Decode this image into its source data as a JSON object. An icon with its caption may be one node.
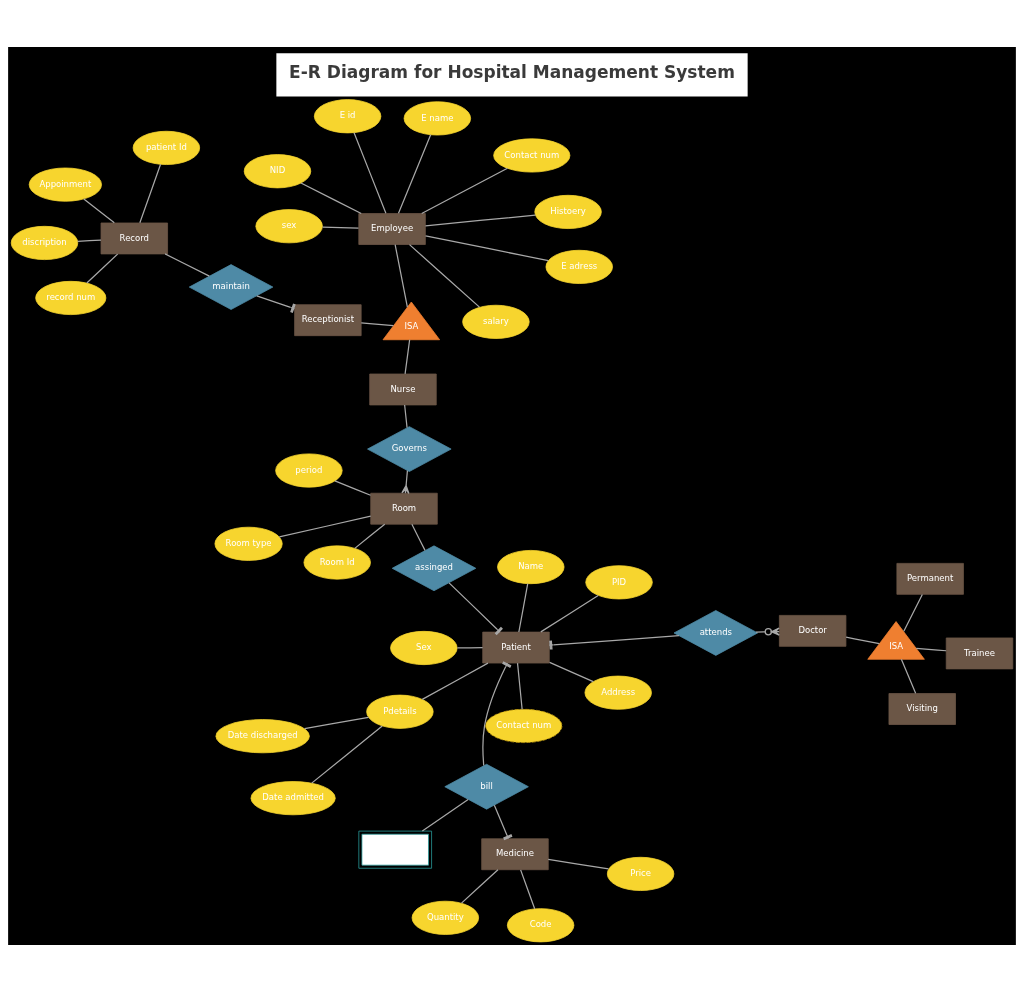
{
  "diagram": {
    "title": "E-R Diagram for Hospital Management System",
    "nodes": [
      {
        "text": [],
        "shape": "box"
      },
      {
        "text": [
          "Price"
        ]
      },
      {
        "text": [
          "Code"
        ]
      },
      {
        "text": [
          "Name"
        ]
      },
      {
        "text": [
          "Medicine"
        ]
      },
      {
        "text": [
          "Sex"
        ]
      },
      {
        "text": [
          "Quantity"
        ]
      },
      {
        "text": [
          "PID"
        ]
      },
      {
        "text": [
          "bill"
        ]
      },
      {
        "text": [
          "Address"
        ]
      },
      {
        "text": [
          "Room type"
        ]
      },
      {
        "text": [
          "Date admitted"
        ]
      },
      {
        "text": [
          "Pdetails"
        ]
      },
      {
        "text": [
          "Patient"
        ]
      },
      {
        "text": [
          "assinged"
        ]
      },
      {
        "text": [
          "Room"
        ]
      },
      {
        "text": [
          "Room Id"
        ]
      },
      {
        "text": [
          "Date discharged"
        ]
      },
      {
        "text": [
          "period"
        ]
      },
      {
        "text": [
          "Governs"
        ]
      },
      {
        "text": [
          "Contact num"
        ]
      },
      {
        "text": [
          "ISA"
        ]
      },
      {
        "text": [
          "Nurse"
        ]
      },
      {
        "text": [
          "attends"
        ]
      },
      {
        "text": [
          "E id"
        ]
      },
      {
        "text": [
          "salary"
        ]
      },
      {
        "text": [
          "Contact num"
        ]
      },
      {
        "text": [
          "Receptionist"
        ]
      },
      {
        "text": [
          "Employee"
        ]
      },
      {
        "text": [
          "E adress"
        ]
      },
      {
        "text": [
          "Doctor"
        ]
      },
      {
        "text": [
          "Histoery"
        ]
      },
      {
        "text": [
          "sex"
        ]
      },
      {
        "text": [
          "NID"
        ]
      },
      {
        "text": [
          "Trainee"
        ]
      },
      {
        "text": [
          "Visiting"
        ]
      },
      {
        "text": [
          "ISA"
        ]
      },
      {
        "text": [
          "E name"
        ]
      },
      {
        "text": [
          "record num"
        ]
      },
      {
        "text": [
          "maintain"
        ]
      },
      {
        "text": [
          "Record"
        ]
      },
      {
        "text": [
          "discription"
        ]
      },
      {
        "text": [
          "Permanent"
        ]
      },
      {
        "text": [
          "Appoinment"
        ]
      },
      {
        "text": [
          "patient Id"
        ]
      }
    ],
    "edges": [
      {
        "from": 8,
        "to": 0,
        "arrow": "none"
      },
      {
        "from": 8,
        "to": 4,
        "arrow": "other"
      },
      {
        "from": 8,
        "to": 13,
        "arrow": "other"
      },
      {
        "from": 1,
        "to": 4,
        "arrow": "none"
      },
      {
        "from": 2,
        "to": 4,
        "arrow": "none"
      },
      {
        "from": 6,
        "to": 4,
        "arrow": "none"
      },
      {
        "from": 3,
        "to": 13,
        "arrow": "none"
      },
      {
        "from": 5,
        "to": 13,
        "arrow": "none"
      },
      {
        "from": 7,
        "to": 13,
        "arrow": "none"
      },
      {
        "from": 9,
        "to": 13,
        "arrow": "none"
      },
      {
        "from": 12,
        "to": 13,
        "arrow": "none"
      },
      {
        "from": 11,
        "to": 12,
        "arrow": "none"
      },
      {
        "from": 17,
        "to": 12,
        "arrow": "none"
      },
      {
        "from": 20,
        "to": 13,
        "arrow": "none"
      },
      {
        "from": 14,
        "to": 13,
        "arrow": "other"
      },
      {
        "from": 14,
        "to": 15,
        "arrow": "none"
      },
      {
        "from": 10,
        "to": 15,
        "arrow": "none"
      },
      {
        "from": 16,
        "to": 15,
        "arrow": "none"
      },
      {
        "from": 18,
        "to": 15,
        "arrow": "none"
      },
      {
        "from": 19,
        "to": 15,
        "arrow": "other"
      },
      {
        "from": 19,
        "to": 22,
        "arrow": "none"
      },
      {
        "from": 21,
        "to": 22,
        "arrow": "none"
      },
      {
        "from": 21,
        "to": 27,
        "arrow": "none"
      },
      {
        "from": 21,
        "to": 28,
        "arrow": "none"
      },
      {
        "from": 23,
        "to": 13,
        "arrow": "other"
      },
      {
        "from": 23,
        "to": 30,
        "arrow": "other"
      },
      {
        "from": 24,
        "to": 28,
        "arrow": "none"
      },
      {
        "from": 25,
        "to": 28,
        "arrow": "none"
      },
      {
        "from": 26,
        "to": 28,
        "arrow": "none"
      },
      {
        "from": 29,
        "to": 28,
        "arrow": "none"
      },
      {
        "from": 31,
        "to": 28,
        "arrow": "none"
      },
      {
        "from": 32,
        "to": 28,
        "arrow": "none"
      },
      {
        "from": 33,
        "to": 28,
        "arrow": "none"
      },
      {
        "from": 37,
        "to": 28,
        "arrow": "none"
      },
      {
        "from": 30,
        "to": 36,
        "arrow": "none"
      },
      {
        "from": 36,
        "to": 34,
        "arrow": "none"
      },
      {
        "from": 36,
        "to": 35,
        "arrow": "none"
      },
      {
        "from": 36,
        "to": 42,
        "arrow": "none"
      },
      {
        "from": 39,
        "to": 27,
        "arrow": "other"
      },
      {
        "from": 39,
        "to": 40,
        "arrow": "none"
      },
      {
        "from": 38,
        "to": 40,
        "arrow": "none"
      },
      {
        "from": 41,
        "to": 40,
        "arrow": "none"
      },
      {
        "from": 43,
        "to": 40,
        "arrow": "none"
      },
      {
        "from": 44,
        "to": 40,
        "arrow": "none"
      }
    ]
  }
}
